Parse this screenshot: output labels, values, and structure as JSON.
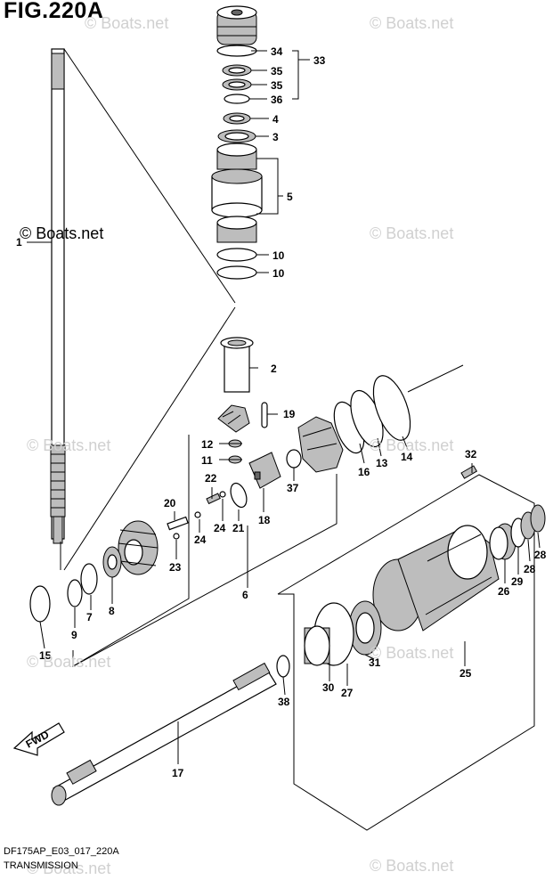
{
  "header": {
    "fig_title": "FIG.220A"
  },
  "footer": {
    "code": "DF175AP_E03_017_220A",
    "section": "TRANSMISSION"
  },
  "watermarks": [
    "© Boats.net",
    "© Boats.net",
    "© Boats.net",
    "© Boats.net",
    "© Boats.net",
    "© Boats.net",
    "© Boats.net",
    "© Boats.net",
    "© Boats.net",
    "© Boats.net"
  ],
  "fwd_label": "FWD",
  "callouts": [
    {
      "id": "1",
      "text": "1"
    },
    {
      "id": "2",
      "text": "2"
    },
    {
      "id": "3",
      "text": "3"
    },
    {
      "id": "4",
      "text": "4"
    },
    {
      "id": "5",
      "text": "5"
    },
    {
      "id": "6",
      "text": "6"
    },
    {
      "id": "7",
      "text": "7"
    },
    {
      "id": "8",
      "text": "8"
    },
    {
      "id": "9",
      "text": "9"
    },
    {
      "id": "10a",
      "text": "10"
    },
    {
      "id": "10b",
      "text": "10"
    },
    {
      "id": "11",
      "text": "11"
    },
    {
      "id": "12",
      "text": "12"
    },
    {
      "id": "13",
      "text": "13"
    },
    {
      "id": "14",
      "text": "14"
    },
    {
      "id": "15",
      "text": "15"
    },
    {
      "id": "16",
      "text": "16"
    },
    {
      "id": "17",
      "text": "17"
    },
    {
      "id": "18",
      "text": "18"
    },
    {
      "id": "19",
      "text": "19"
    },
    {
      "id": "20",
      "text": "20"
    },
    {
      "id": "21",
      "text": "21"
    },
    {
      "id": "22",
      "text": "22"
    },
    {
      "id": "23",
      "text": "23"
    },
    {
      "id": "24a",
      "text": "24"
    },
    {
      "id": "24b",
      "text": "24"
    },
    {
      "id": "25",
      "text": "25"
    },
    {
      "id": "26",
      "text": "26"
    },
    {
      "id": "27",
      "text": "27"
    },
    {
      "id": "28a",
      "text": "28"
    },
    {
      "id": "28b",
      "text": "28"
    },
    {
      "id": "29",
      "text": "29"
    },
    {
      "id": "30",
      "text": "30"
    },
    {
      "id": "31",
      "text": "31"
    },
    {
      "id": "32",
      "text": "32"
    },
    {
      "id": "33",
      "text": "33"
    },
    {
      "id": "34",
      "text": "34"
    },
    {
      "id": "35a",
      "text": "35"
    },
    {
      "id": "35b",
      "text": "35"
    },
    {
      "id": "36",
      "text": "36"
    },
    {
      "id": "37",
      "text": "37"
    },
    {
      "id": "38",
      "text": "38"
    }
  ]
}
